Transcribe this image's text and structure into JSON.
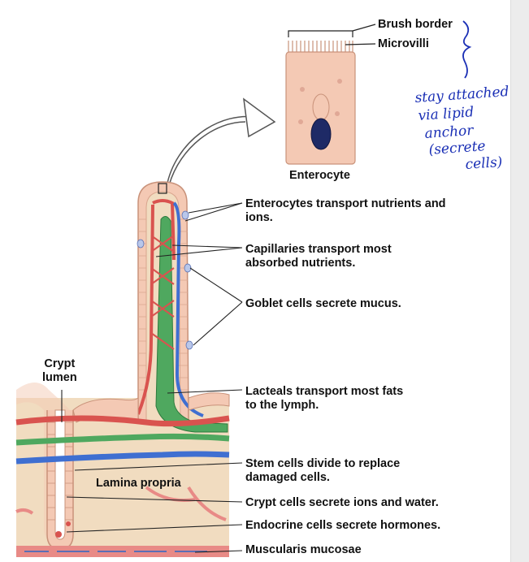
{
  "labels": {
    "brush_border": "Brush border",
    "microvilli": "Microvilli",
    "enterocyte": "Enterocyte",
    "enterocytes_transport": [
      "Enterocytes transport nutrients and",
      "ions."
    ],
    "capillaries_transport": [
      "Capillaries transport most",
      "absorbed nutrients."
    ],
    "goblet_cells": "Goblet cells secrete mucus.",
    "crypt_lumen": [
      "Crypt",
      "lumen"
    ],
    "lacteals_transport": [
      "Lacteals transport most fats",
      "to the lymph."
    ],
    "stem_cells": [
      "Stem cells divide to replace",
      "damaged cells."
    ],
    "lamina_propria": "Lamina propria",
    "crypt_cells": "Crypt cells secrete ions and water.",
    "endocrine_cells": "Endocrine cells secrete hormones.",
    "muscularis_mucosae": "Muscularis mucosae"
  },
  "handwritten_note": [
    "stay attached",
    "via lipid",
    "anchor",
    "(secrete",
    "cells)"
  ],
  "colors": {
    "tissue": "#f1dcc0",
    "cell": "#f4c9b4",
    "capillary_red": "#d9534f",
    "vein_blue": "#3f6fd1",
    "lacteal_green": "#3e9a50",
    "muscle": "#e88a86",
    "ink": "#1a2fb5"
  }
}
